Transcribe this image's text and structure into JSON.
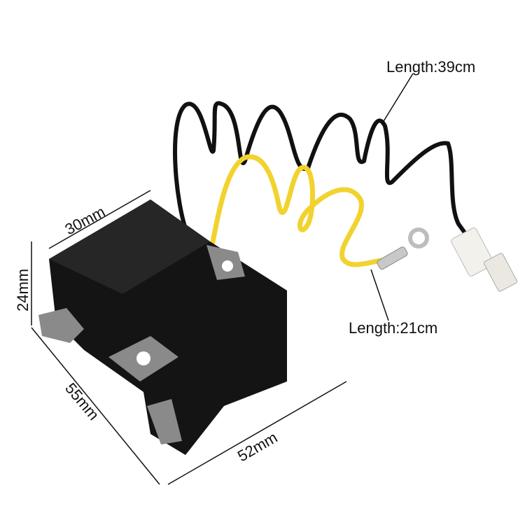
{
  "annotations": {
    "black_wire_length": "Length:39cm",
    "yellow_wire_length": "Length:21cm",
    "width_top": "30mm",
    "height": "24mm",
    "depth": "55mm",
    "length": "52mm"
  },
  "colors": {
    "body": "#141414",
    "yellow_wire": "#f2d22e",
    "black_wire": "#111111",
    "metal": "#8a8a8a",
    "connector": "#f3f1ec"
  }
}
